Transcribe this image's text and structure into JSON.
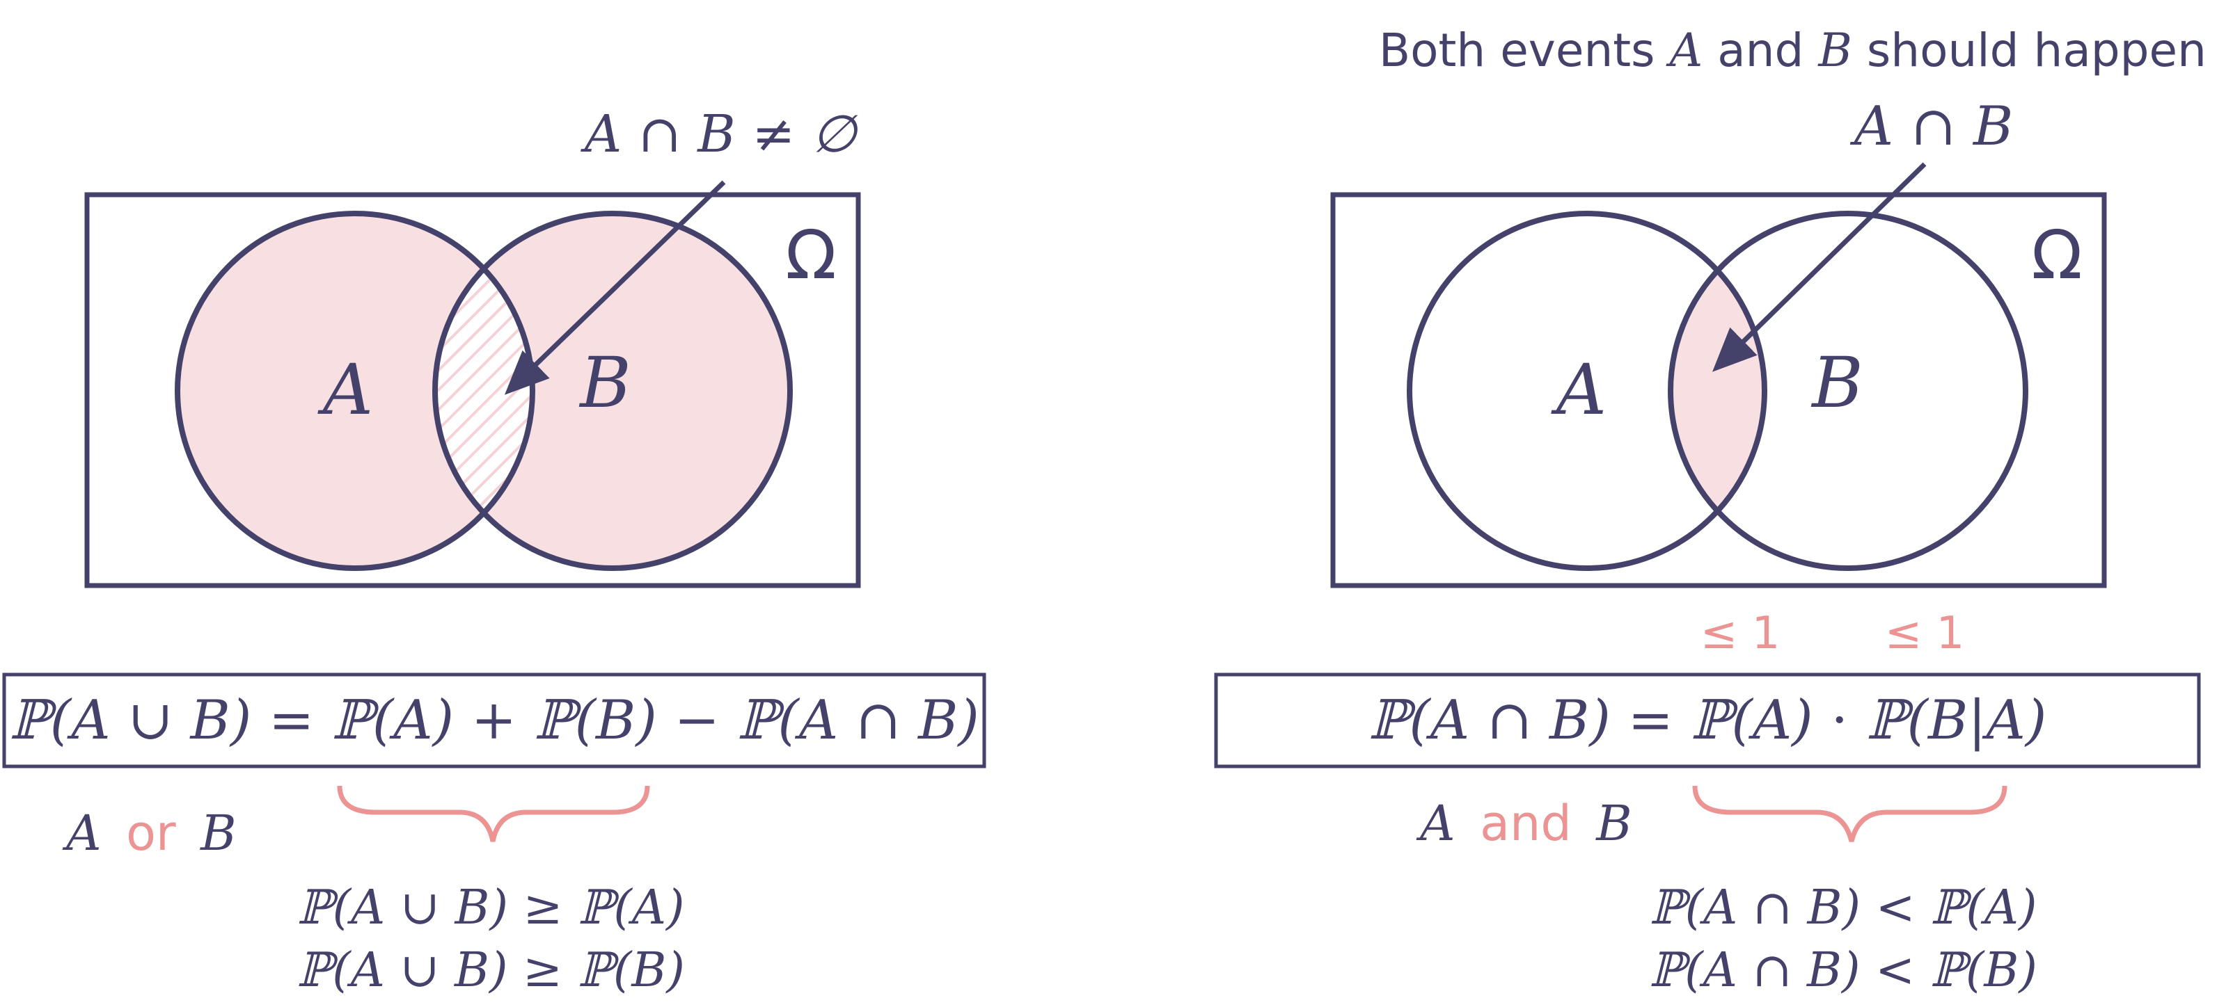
{
  "colors": {
    "ink": "#44426a",
    "fill": "#f8e0e2",
    "accent": "#ec9494"
  },
  "left": {
    "annotation": "A ∩ B ≠ ∅",
    "omega": "Ω",
    "set_a": "A",
    "set_b": "B",
    "formula": "ℙ(A ∪ B) = ℙ(A) + ℙ(B) − ℙ(A ∩ B)",
    "label_a": "A",
    "label_op": "or",
    "label_b": "B",
    "ineq1": "ℙ(A ∪ B) ≥ ℙ(A)",
    "ineq2": "ℙ(A ∪ B) ≥ ℙ(B)"
  },
  "right": {
    "heading_pre": "Both events ",
    "heading_a": "A",
    "heading_mid": " and ",
    "heading_b": "B",
    "heading_post": " should happen",
    "annotation": "A ∩ B",
    "omega": "Ω",
    "set_a": "A",
    "set_b": "B",
    "bound1": "≤ 1",
    "bound2": "≤ 1",
    "formula": "ℙ(A ∩ B) = ℙ(A) ⋅ ℙ(B|A)",
    "label_a": "A",
    "label_op": "and",
    "label_b": "B",
    "ineq1": "ℙ(A ∩ B) < ℙ(A)",
    "ineq2": "ℙ(A ∩ B) < ℙ(B)"
  }
}
